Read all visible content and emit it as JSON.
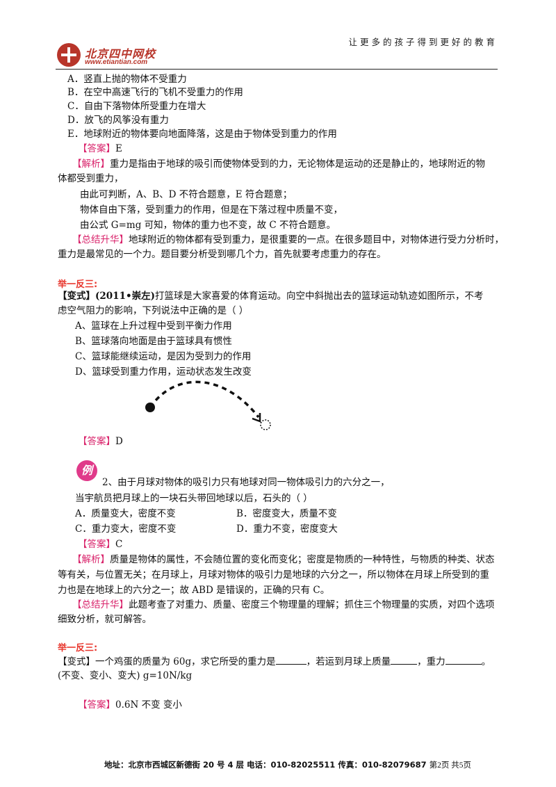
{
  "header": {
    "logo_name": "北京四中网校",
    "logo_url": "www.etiantian.com",
    "tagline": "让更多的孩子得到更好的教育"
  },
  "q1": {
    "options": [
      "A．竖直上抛的物体不受重力",
      "B．在空中高速飞行的飞机不受重力的作用",
      "C．自由下落物体所受重力在增大",
      "D．放飞的风筝没有重力",
      "E．地球附近的物体要向地面降落，这是由于物体受到重力的作用"
    ],
    "answer_tag": "【答案】",
    "answer": "E",
    "analysis_tag": "【解析】",
    "analysis_lines": [
      "重力是指由于地球的吸引而使物体受到的力，无论物体是运动的还是静止的，地球附近的物",
      "体都受到重力，",
      "由此可判断，A、B、D 不符合题意，E 符合题意；",
      "物体自由下落，受到重力的作用，但是在下落过程中质量不变，",
      "由公式 G=mg 可知，物体的重力也不变，故 C 不符合题意。"
    ],
    "summary_tag": "【总结升华】",
    "summary_lines": [
      "地球附近的物体都有受到重力，是很重要的一点。在很多题目中，对物体进行受力分析时，",
      "重力是最常见的一个力。题目要分析受到哪几个力，首先就要考虑重力的存在。"
    ]
  },
  "practice1": {
    "heading": "举一反三:",
    "variant_prefix": "【变式】(2011•崇左)",
    "stem_lines": [
      "打篮球是大家喜爱的体育运动。向空中斜抛出去的篮球运动轨迹如图所示，不考",
      "虑空气阻力的影响，下列说法中正确的是（        ）"
    ],
    "options": [
      "A、篮球在上升过程中受到平衡力作用",
      "B、篮球落向地面是由于篮球具有惯性",
      "C、篮球能继续运动，是因为受到力的作用",
      "D、篮球受到重力作用，运动状态发生改变"
    ],
    "answer_tag": "【答案】",
    "answer": "D"
  },
  "q2": {
    "badge": "例",
    "stem_lines": [
      "2、由于月球对物体的吸引力只有地球对同一物体吸引力的六分之一，",
      "当宇航员把月球上的一块石头带回地球以后，石头的（        ）"
    ],
    "options": [
      "A．质量变大，密度不变",
      "B．密度变大，质量不变",
      "C．重力变大，密度不变",
      "D．重力不变，密度变大"
    ],
    "answer_tag": "【答案】",
    "answer": "C",
    "analysis_tag": "【解析】",
    "analysis_lines": [
      "质量是物体的属性，不会随位置的变化而变化；密度是物质的一种特性，与物质的种类、状态",
      "等有关，与位置无关；在月球上，月球对物体的吸引力是地球的六分之一，所以物体在月球上所受到的重",
      "力也是在地球上的六分之一；故 ABD 是错误的，正确的只有 C。"
    ],
    "summary_tag": "【总结升华】",
    "summary_lines": [
      "此题考查了对重力、质量、密度三个物理量的理解；抓住三个物理量的实质，对四个选项",
      "细致分析，就可解答。"
    ]
  },
  "practice2": {
    "heading": "举一反三:",
    "line1_a": "【变式】一个鸡蛋的质量为 60g，求它所受的重力是",
    "line1_b": "，若运到月球上质量",
    "line1_c": "，重力",
    "line1_d": "。",
    "line2": "(不变、变小、变大) g=10N/kg",
    "answer_tag": "【答案】",
    "answer": "0.6N  不变  变小"
  },
  "footer": {
    "address": "地址：北京市西城区新德街 20 号 4 层  电话：010-82025511  传真：010-82079687",
    "page": "第2页  共5页"
  }
}
